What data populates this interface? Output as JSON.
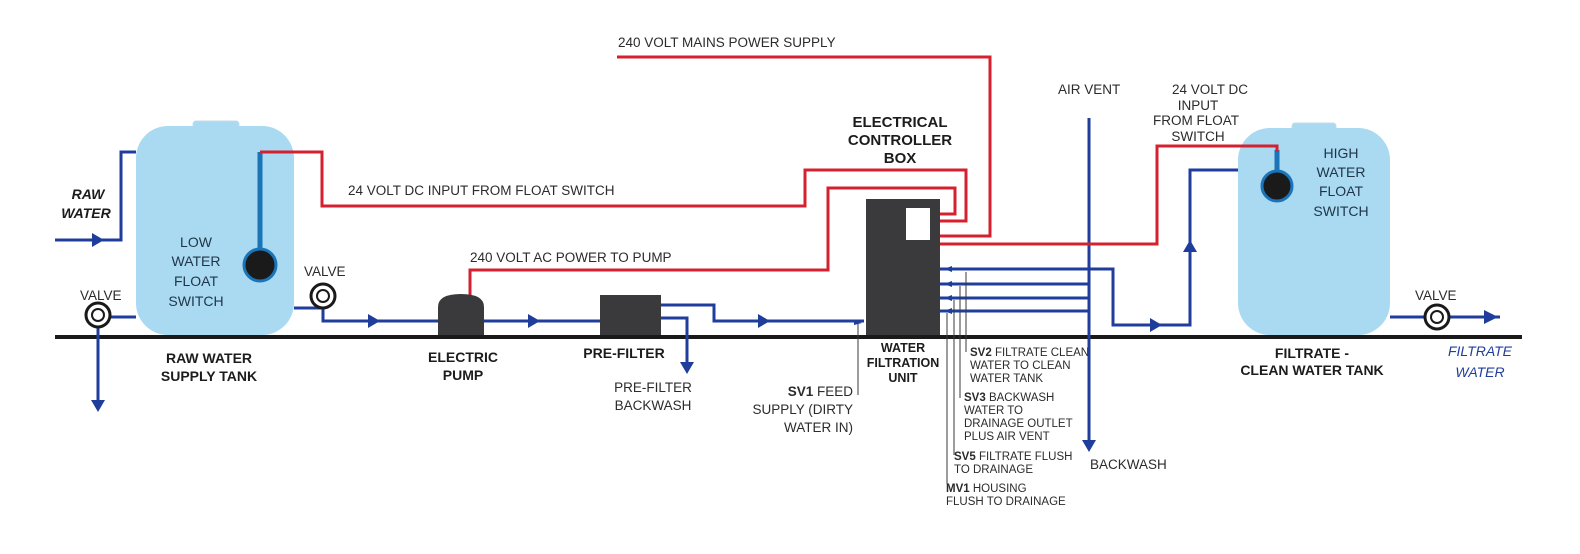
{
  "labels": {
    "mains_power": "240 VOLT MAINS POWER SUPPLY",
    "dc_input_float_left": "24 VOLT DC INPUT FROM FLOAT SWITCH",
    "ac_power_pump": "240 VOLT AC POWER TO PUMP",
    "air_vent": "AIR VENT",
    "dc_input_float_right": [
      "24 VOLT DC",
      "INPUT",
      "FROM FLOAT",
      "SWITCH"
    ],
    "controller_box": [
      "ELECTRICAL",
      "CONTROLLER",
      "BOX"
    ],
    "raw_water": [
      "RAW",
      "WATER"
    ],
    "valve": "VALVE",
    "low_float": [
      "LOW",
      "WATER",
      "FLOAT",
      "SWITCH"
    ],
    "high_float": [
      "HIGH",
      "WATER",
      "FLOAT",
      "SWITCH"
    ],
    "raw_tank": [
      "RAW WATER",
      "SUPPLY TANK"
    ],
    "pump": [
      "ELECTRIC",
      "PUMP"
    ],
    "prefilter": "PRE-FILTER",
    "prefilter_backwash": [
      "PRE-FILTER",
      "BACKWASH"
    ],
    "filtration_unit": [
      "WATER",
      "FILTRATION",
      "UNIT"
    ],
    "sv1": {
      "code": "SV1",
      "text": [
        " FEED",
        "SUPPLY (DIRTY",
        "WATER IN)"
      ]
    },
    "sv2": {
      "code": "SV2",
      "text": [
        " FILTRATE CLEAN",
        "WATER TO CLEAN",
        "WATER TANK"
      ]
    },
    "sv3": {
      "code": "SV3",
      "text": [
        " BACKWASH",
        "WATER TO",
        "DRAINAGE OUTLET",
        "PLUS AIR VENT"
      ]
    },
    "sv5": {
      "code": "SV5",
      "text": [
        " FILTRATE FLUSH",
        "TO DRAINAGE"
      ]
    },
    "mv1": {
      "code": "MV1",
      "text": [
        " HOUSING",
        "FLUSH TO DRAINAGE"
      ]
    },
    "backwash": "BACKWASH",
    "clean_tank": [
      "FILTRATE -",
      "CLEAN WATER TANK"
    ],
    "filtrate_water": [
      "FILTRATE",
      "WATER"
    ]
  },
  "colors": {
    "water_line": "#1f3e9c",
    "power_line": "#d4202f",
    "tank_fill": "#aad9f2",
    "float_rod": "#1b74b8",
    "equipment": "#3a3a3c",
    "ground_line": "#1a1a1a"
  }
}
